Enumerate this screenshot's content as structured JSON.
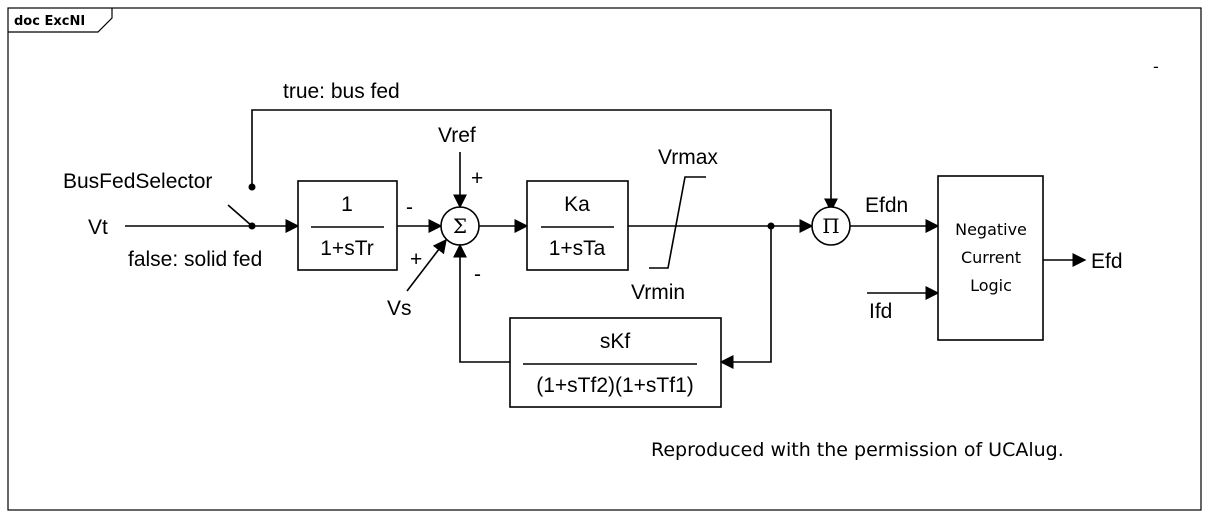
{
  "frame": {
    "title": "doc ExcNI"
  },
  "signals": {
    "vt": "Vt",
    "vref": "Vref",
    "vs": "Vs",
    "efdn": "Efdn",
    "ifd": "Ifd",
    "efd": "Efd",
    "vrmax": "Vrmax",
    "vrmin": "Vrmin"
  },
  "selector": {
    "name": "BusFedSelector",
    "true_label": "true: bus fed",
    "false_label": "false: solid fed"
  },
  "blocks": {
    "tr": {
      "num": "1",
      "den": "1+sTr"
    },
    "ta": {
      "num": "Ka",
      "den": "1+sTa"
    },
    "tf": {
      "num": "sKf",
      "den": "(1+sTf2)(1+sTf1)"
    },
    "logic": {
      "line1": "Negative",
      "line2": "Current",
      "line3": "Logic"
    }
  },
  "signs": {
    "vref": "+",
    "tr_out": "-",
    "vs": "+",
    "feedback": "-"
  },
  "symbols": {
    "sum": "Σ",
    "product": "Π"
  },
  "note": "Reproduced with the permission of UCAlug.",
  "corner_mark": "-"
}
